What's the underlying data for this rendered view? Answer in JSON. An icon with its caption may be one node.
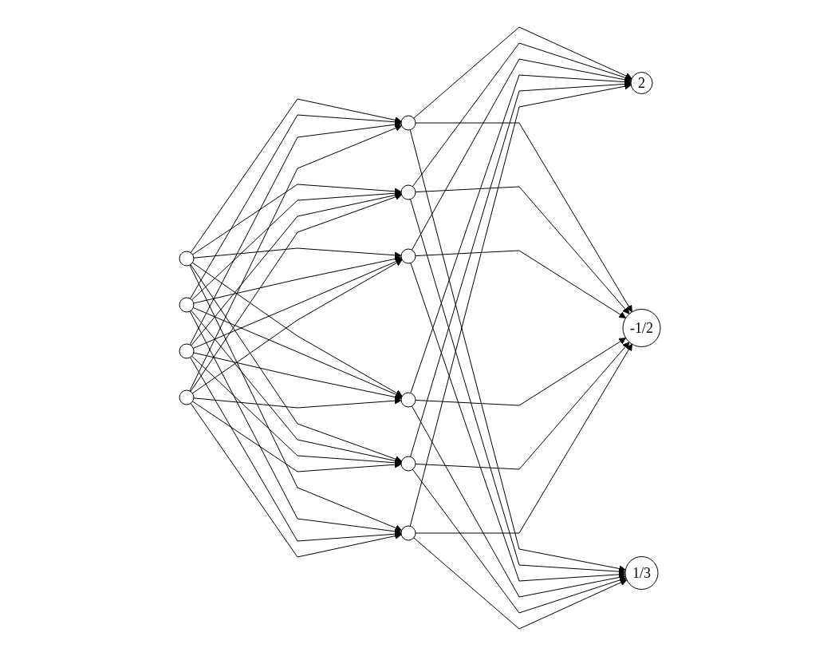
{
  "diagram": {
    "nodes": [
      {
        "text": [],
        "shape": "circle"
      },
      {
        "text": [],
        "shape": "circle"
      },
      {
        "text": [],
        "shape": "circle"
      },
      {
        "text": [],
        "shape": "circle"
      },
      {
        "text": [],
        "shape": "circle"
      },
      {
        "text": [],
        "shape": "circle"
      },
      {
        "text": [],
        "shape": "circle"
      },
      {
        "text": [],
        "shape": "circle"
      },
      {
        "text": [],
        "shape": "circle"
      },
      {
        "text": [],
        "shape": "circle"
      },
      {
        "text": [
          "2"
        ]
      },
      {
        "text": [
          "-1/2"
        ]
      },
      {
        "text": [
          "1/3"
        ]
      }
    ],
    "edges": [
      {
        "from": 0,
        "to": 4,
        "arrow": "to"
      },
      {
        "from": 0,
        "to": 5,
        "arrow": "to"
      },
      {
        "from": 0,
        "to": 6,
        "arrow": "to"
      },
      {
        "from": 0,
        "to": 7,
        "arrow": "to"
      },
      {
        "from": 0,
        "to": 8,
        "arrow": "to"
      },
      {
        "from": 0,
        "to": 9,
        "arrow": "to"
      },
      {
        "from": 1,
        "to": 4,
        "arrow": "to"
      },
      {
        "from": 1,
        "to": 5,
        "arrow": "to"
      },
      {
        "from": 1,
        "to": 6,
        "arrow": "to"
      },
      {
        "from": 1,
        "to": 7,
        "arrow": "to"
      },
      {
        "from": 1,
        "to": 8,
        "arrow": "to"
      },
      {
        "from": 1,
        "to": 9,
        "arrow": "to"
      },
      {
        "from": 2,
        "to": 4,
        "arrow": "to"
      },
      {
        "from": 2,
        "to": 5,
        "arrow": "to"
      },
      {
        "from": 2,
        "to": 6,
        "arrow": "to"
      },
      {
        "from": 2,
        "to": 7,
        "arrow": "to"
      },
      {
        "from": 2,
        "to": 8,
        "arrow": "to"
      },
      {
        "from": 2,
        "to": 9,
        "arrow": "to"
      },
      {
        "from": 3,
        "to": 4,
        "arrow": "to"
      },
      {
        "from": 3,
        "to": 5,
        "arrow": "to"
      },
      {
        "from": 3,
        "to": 6,
        "arrow": "to"
      },
      {
        "from": 3,
        "to": 7,
        "arrow": "to"
      },
      {
        "from": 3,
        "to": 8,
        "arrow": "to"
      },
      {
        "from": 3,
        "to": 9,
        "arrow": "to"
      },
      {
        "from": 4,
        "to": 10,
        "arrow": "to"
      },
      {
        "from": 4,
        "to": 11,
        "arrow": "to"
      },
      {
        "from": 4,
        "to": 12,
        "arrow": "to"
      },
      {
        "from": 5,
        "to": 10,
        "arrow": "to"
      },
      {
        "from": 5,
        "to": 11,
        "arrow": "to"
      },
      {
        "from": 5,
        "to": 12,
        "arrow": "to"
      },
      {
        "from": 6,
        "to": 10,
        "arrow": "to"
      },
      {
        "from": 6,
        "to": 11,
        "arrow": "to"
      },
      {
        "from": 6,
        "to": 12,
        "arrow": "to"
      },
      {
        "from": 7,
        "to": 10,
        "arrow": "to"
      },
      {
        "from": 7,
        "to": 11,
        "arrow": "to"
      },
      {
        "from": 7,
        "to": 12,
        "arrow": "to"
      },
      {
        "from": 8,
        "to": 10,
        "arrow": "to"
      },
      {
        "from": 8,
        "to": 11,
        "arrow": "to"
      },
      {
        "from": 8,
        "to": 12,
        "arrow": "to"
      },
      {
        "from": 9,
        "to": 10,
        "arrow": "to"
      },
      {
        "from": 9,
        "to": 11,
        "arrow": "to"
      },
      {
        "from": 9,
        "to": 12,
        "arrow": "to"
      }
    ]
  }
}
